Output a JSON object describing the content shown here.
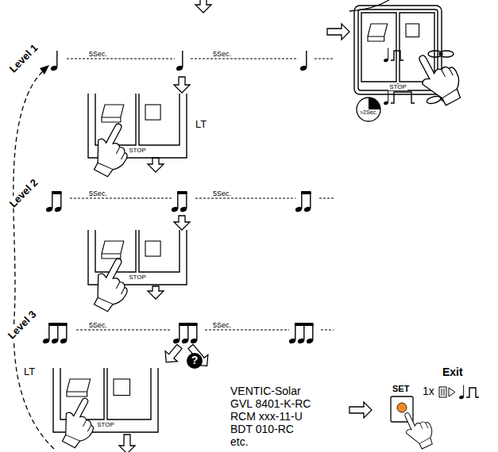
{
  "diagram": {
    "nodes": [
      {
        "text": [
          "STOP"
        ]
      },
      {
        "text": [
          "STOP"
        ]
      },
      {
        "text": [
          "STOP"
        ]
      },
      {
        "text": [
          "STOP"
        ]
      }
    ],
    "labels": [
      "Level 1",
      "5Sec.",
      "5Sec.",
      ">2Sec.",
      "LT",
      "Level 2",
      "5Sec.",
      "5Sec.",
      "Level 3",
      "5Sec.",
      "5Sec.",
      "LT",
      "VENTIC-Solar",
      "GVL 8401-K-RC",
      "RCM xxx-11-U",
      "BDT 010-RC",
      "etc.",
      "?",
      "SET",
      "Exit",
      "1x"
    ]
  }
}
